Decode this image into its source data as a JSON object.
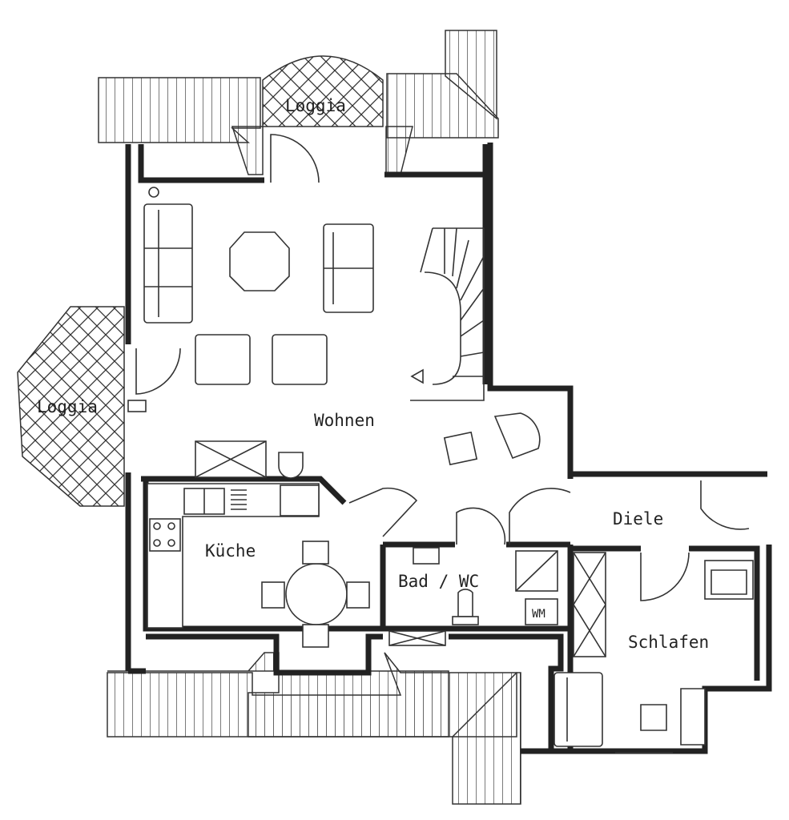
{
  "rooms": {
    "loggia_top": "Loggia",
    "loggia_left": "Loggia",
    "wohnen": "Wohnen",
    "kueche": "Küche",
    "bad_wc": "Bad / WC",
    "diele": "Diele",
    "schlafen": "Schlafen"
  },
  "fixtures": {
    "washing_machine": "WM"
  },
  "colors": {
    "line": "#222222",
    "background": "#ffffff"
  }
}
